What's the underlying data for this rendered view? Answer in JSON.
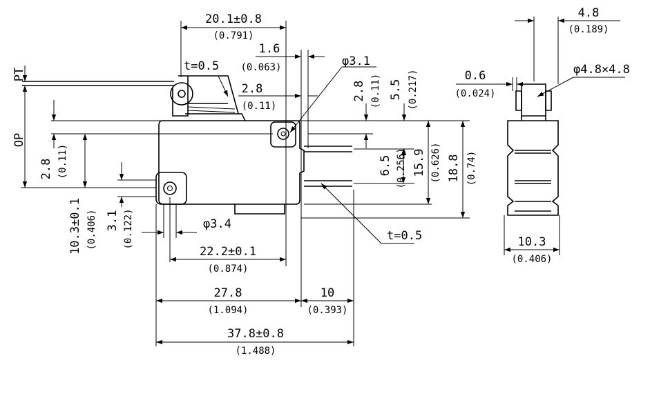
{
  "dimensions": {
    "top_width": {
      "mm": "20.1±0.8",
      "inch": "(0.791)"
    },
    "pin_thickness": {
      "mm": "1.6",
      "inch": "(0.063)"
    },
    "actuator_thickness": {
      "label": "t=0.5"
    },
    "pin_offset": {
      "mm": "2.8",
      "inch": "(0.11)"
    },
    "hole_top_diameter": {
      "label": "φ3.1"
    },
    "vertical_pin_offset": {
      "mm": "2.8",
      "inch": "(0.11)"
    },
    "vertical_top_offset": {
      "mm": "5.5",
      "inch": "(0.217)"
    },
    "op_offset": {
      "mm": "2.8",
      "inch": "(0.11)"
    },
    "pin_spacing": {
      "mm": "6.5",
      "inch": "(0.256)"
    },
    "pin_height": {
      "mm": "15.9",
      "inch": "(0.626)"
    },
    "body_height": {
      "mm": "18.8",
      "inch": "(0.74)"
    },
    "hole_left_diameter": {
      "label": "φ3.4"
    },
    "hole_left_offset": {
      "mm": "3.1",
      "inch": "(0.122)"
    },
    "hole_left_height": {
      "mm": "10.3±0.1",
      "inch": "(0.406)"
    },
    "terminal_thickness": {
      "label": "t=0.5"
    },
    "hole_spacing": {
      "mm": "22.2±0.1",
      "inch": "(0.874)"
    },
    "body_length": {
      "mm": "27.8",
      "inch": "(1.094)"
    },
    "terminal_length": {
      "mm": "10",
      "inch": "(0.393)"
    },
    "overall_length": {
      "mm": "37.8±0.8",
      "inch": "(1.488)"
    },
    "side_width_top": {
      "mm": "4.8",
      "inch": "(0.189)"
    },
    "side_roller": {
      "label": "φ4.8×4.8"
    },
    "side_offset": {
      "mm": "0.6",
      "inch": "(0.024)"
    },
    "side_width": {
      "mm": "10.3",
      "inch": "(0.406)"
    }
  },
  "labels": {
    "pt": "PT",
    "op": "OP"
  }
}
